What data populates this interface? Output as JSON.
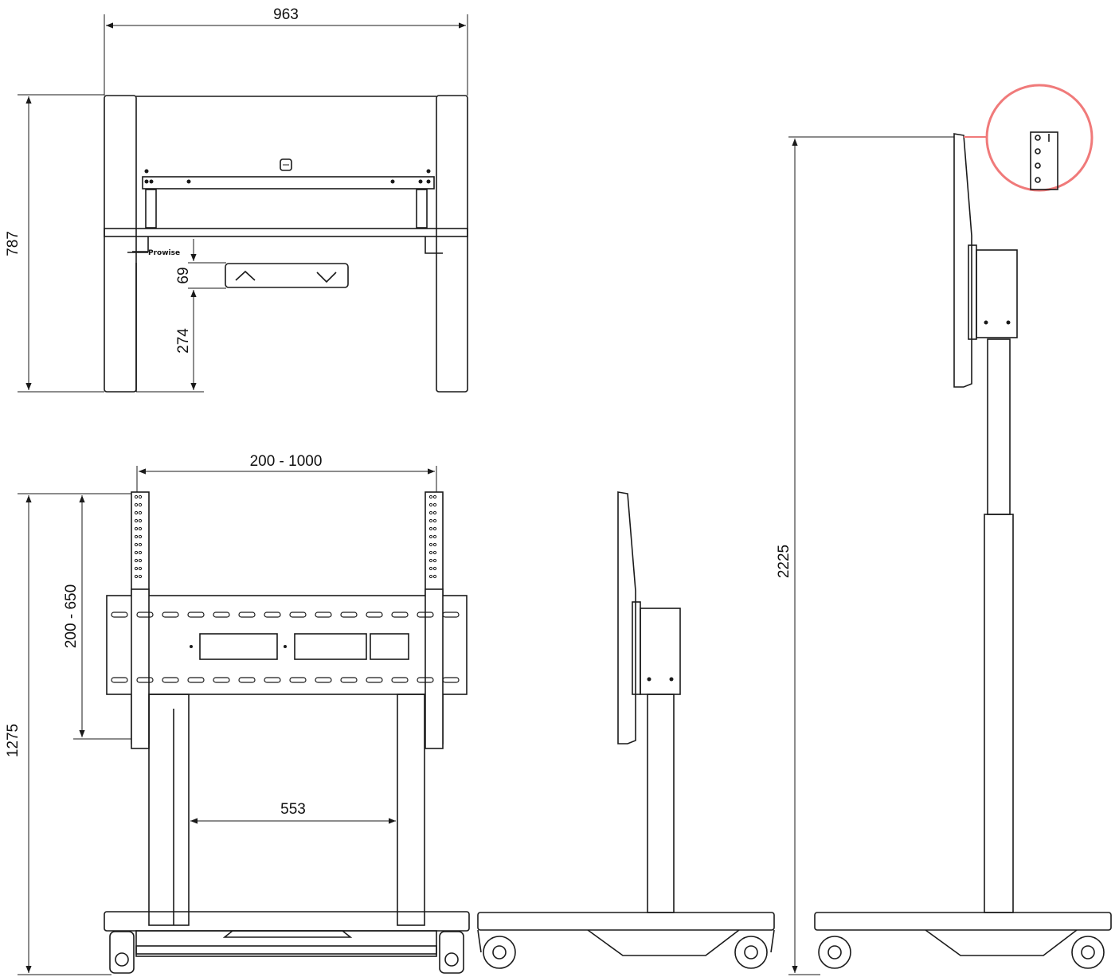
{
  "dimensions": {
    "top_width": "963",
    "top_height": "787",
    "control_gap": "69",
    "control_height": "274",
    "vesa_width": "200 - 1000",
    "vesa_height": "200 - 650",
    "front_height": "1275",
    "column_spacing": "553",
    "max_height": "2225"
  },
  "logo": "Prowise",
  "colors": {
    "line": "#1a1a1a",
    "highlight": "#f07a7a"
  }
}
